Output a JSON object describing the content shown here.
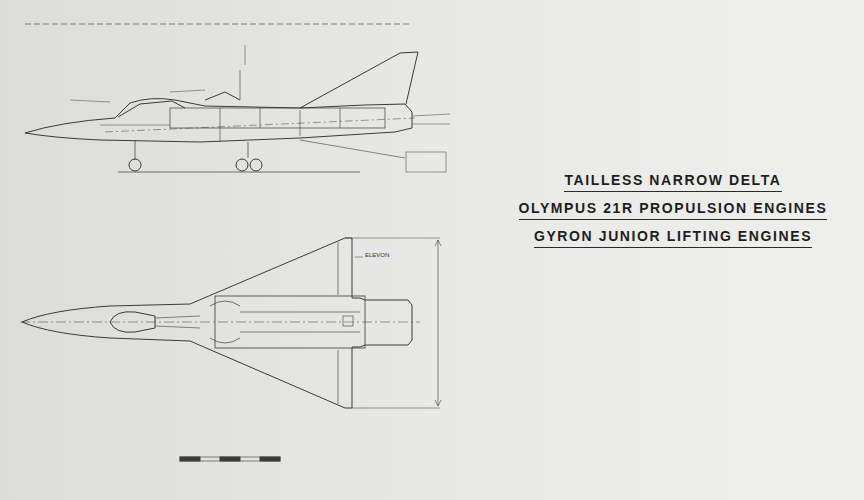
{
  "diagram": {
    "title": "TAILLESS NARROW DELTA",
    "labels": [
      "OLYMPUS 21R PROPULSION ENGINES",
      "GYRON JUNIOR LIFTING ENGINES",
      "ELEVON"
    ]
  }
}
